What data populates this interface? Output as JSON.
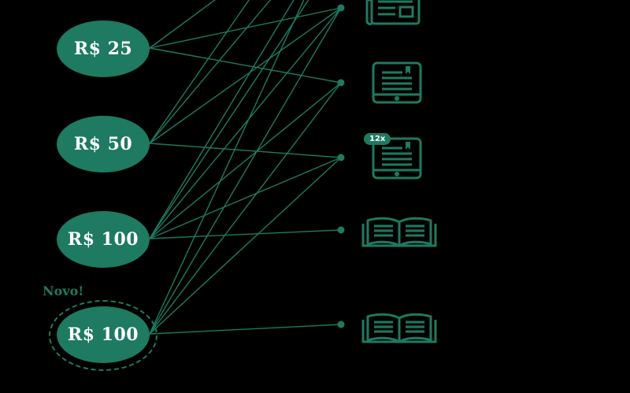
{
  "prices": [
    {
      "id": "p1",
      "label": "R$ 25"
    },
    {
      "id": "p2",
      "label": "R$ 50"
    },
    {
      "id": "p3",
      "label": "R$ 100"
    },
    {
      "id": "p4",
      "label": "R$ 100"
    }
  ],
  "new_label": "Novo!",
  "tablet_badge": "12x",
  "products": [
    {
      "id": "newspaper",
      "icon": "newspaper-icon"
    },
    {
      "id": "ereader",
      "icon": "ereader-icon"
    },
    {
      "id": "tablet",
      "icon": "tablet-icon"
    },
    {
      "id": "book",
      "icon": "open-book-icon"
    },
    {
      "id": "book2",
      "icon": "open-book-icon"
    }
  ],
  "connections": [
    [
      "p1",
      "newspaper"
    ],
    [
      "p1",
      "ereader"
    ],
    [
      "p2",
      "newspaper"
    ],
    [
      "p2",
      "tablet"
    ],
    [
      "p3",
      "newspaper"
    ],
    [
      "p3",
      "ereader"
    ],
    [
      "p3",
      "tablet"
    ],
    [
      "p3",
      "book"
    ],
    [
      "p4",
      "newspaper"
    ],
    [
      "p4",
      "ereader"
    ],
    [
      "p4",
      "tablet"
    ],
    [
      "p4",
      "book2"
    ]
  ],
  "colors": {
    "accent": "#1e7a60",
    "background": "#000000",
    "text": "#ffffff"
  }
}
